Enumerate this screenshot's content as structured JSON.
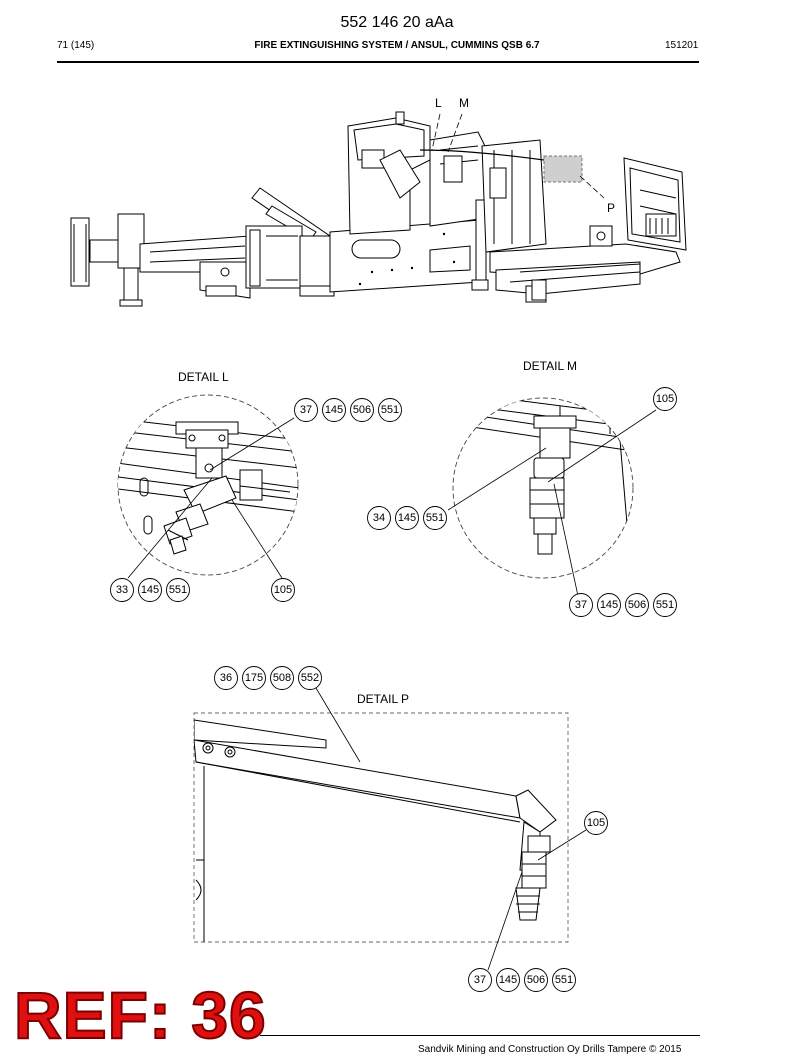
{
  "header": {
    "doc_number": "552 146 20 aAa",
    "page_info": "71 (145)",
    "section_title": "FIRE EXTINGUISHING SYSTEM / ANSUL, CUMMINS QSB 6.7",
    "doc_code": "151201"
  },
  "overview": {
    "callouts": [
      "L",
      "M",
      "P"
    ]
  },
  "detail_l": {
    "title": "DETAIL L",
    "group_top": [
      "37",
      "145",
      "506",
      "551"
    ],
    "group_bottom_left": [
      "33",
      "145",
      "551"
    ],
    "single": "105"
  },
  "detail_m": {
    "title": "DETAIL M",
    "single": "105",
    "group_mid": [
      "34",
      "145",
      "551"
    ],
    "group_bottom": [
      "37",
      "145",
      "506",
      "551"
    ]
  },
  "detail_p": {
    "title": "DETAIL P",
    "group_top": [
      "36",
      "175",
      "508",
      "552"
    ],
    "single": "105",
    "group_bottom": [
      "37",
      "145",
      "506",
      "551"
    ]
  },
  "stamp": {
    "text": "REF: 36",
    "color": "#e01010"
  },
  "footer": {
    "copyright": "Sandvik Mining and Construction Oy Drills Tampere © 2015"
  }
}
